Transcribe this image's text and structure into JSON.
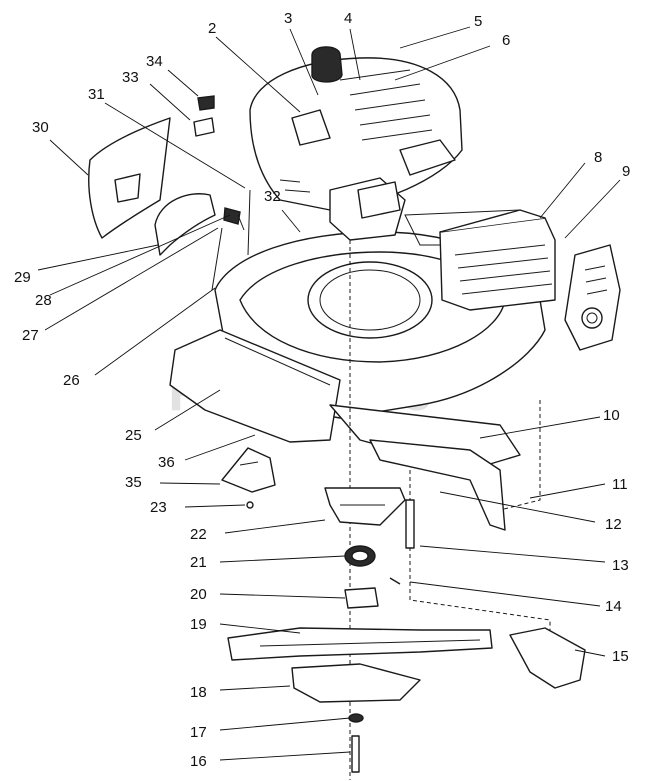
{
  "watermark": "PartsTree",
  "callouts": {
    "c2": "2",
    "c3": "3",
    "c4": "4",
    "c5": "5",
    "c6": "6",
    "c8": "8",
    "c9": "9",
    "c10": "10",
    "c11": "11",
    "c12": "12",
    "c13": "13",
    "c14": "14",
    "c15": "15",
    "c16": "16",
    "c17": "17",
    "c18": "18",
    "c19": "19",
    "c20": "20",
    "c21": "21",
    "c22": "22",
    "c23": "23",
    "c25": "25",
    "c26": "26",
    "c27": "27",
    "c28": "28",
    "c29": "29",
    "c30": "30",
    "c31": "31",
    "c32": "32",
    "c33": "33",
    "c34": "34",
    "c35": "35",
    "c36": "36"
  }
}
